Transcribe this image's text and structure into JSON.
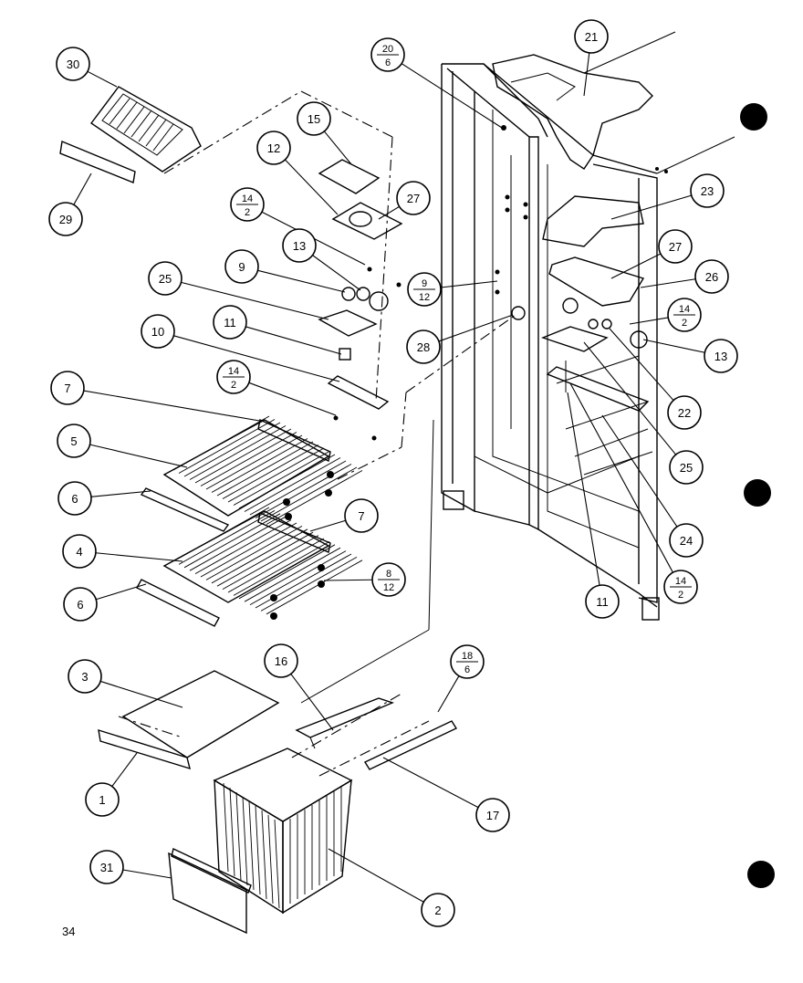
{
  "page_number": "34",
  "callouts": [
    {
      "id": "c30",
      "text": "30"
    },
    {
      "id": "c29",
      "text": "29"
    },
    {
      "id": "c15",
      "text": "15"
    },
    {
      "id": "c12",
      "text": "12"
    },
    {
      "id": "c27a",
      "text": "27"
    },
    {
      "id": "c14a",
      "num": "14",
      "den": "2"
    },
    {
      "id": "c13a",
      "text": "13"
    },
    {
      "id": "c9",
      "text": "9"
    },
    {
      "id": "c25a",
      "text": "25"
    },
    {
      "id": "c11a",
      "text": "11"
    },
    {
      "id": "c10",
      "text": "10"
    },
    {
      "id": "c14b",
      "num": "14",
      "den": "2"
    },
    {
      "id": "c7a",
      "text": "7"
    },
    {
      "id": "c5",
      "text": "5"
    },
    {
      "id": "c6a",
      "text": "6"
    },
    {
      "id": "c7b",
      "text": "7"
    },
    {
      "id": "c4",
      "text": "4"
    },
    {
      "id": "c8",
      "num": "8",
      "den": "12"
    },
    {
      "id": "c6b",
      "text": "6"
    },
    {
      "id": "c20",
      "num": "20",
      "den": "6"
    },
    {
      "id": "c21",
      "text": "21"
    },
    {
      "id": "c23",
      "text": "23"
    },
    {
      "id": "c27b",
      "text": "27"
    },
    {
      "id": "c26",
      "text": "26"
    },
    {
      "id": "c14c",
      "num": "14",
      "den": "2"
    },
    {
      "id": "c13b",
      "text": "13"
    },
    {
      "id": "c9b",
      "num": "9",
      "den": "12"
    },
    {
      "id": "c28",
      "text": "28"
    },
    {
      "id": "c22",
      "text": "22"
    },
    {
      "id": "c25b",
      "text": "25"
    },
    {
      "id": "c24",
      "text": "24"
    },
    {
      "id": "c14d",
      "num": "14",
      "den": "2"
    },
    {
      "id": "c11b",
      "text": "11"
    },
    {
      "id": "c3",
      "text": "3"
    },
    {
      "id": "c16",
      "text": "16"
    },
    {
      "id": "c18",
      "num": "18",
      "den": "6"
    },
    {
      "id": "c1",
      "text": "1"
    },
    {
      "id": "c17",
      "text": "17"
    },
    {
      "id": "c31",
      "text": "31"
    },
    {
      "id": "c2",
      "text": "2"
    }
  ]
}
